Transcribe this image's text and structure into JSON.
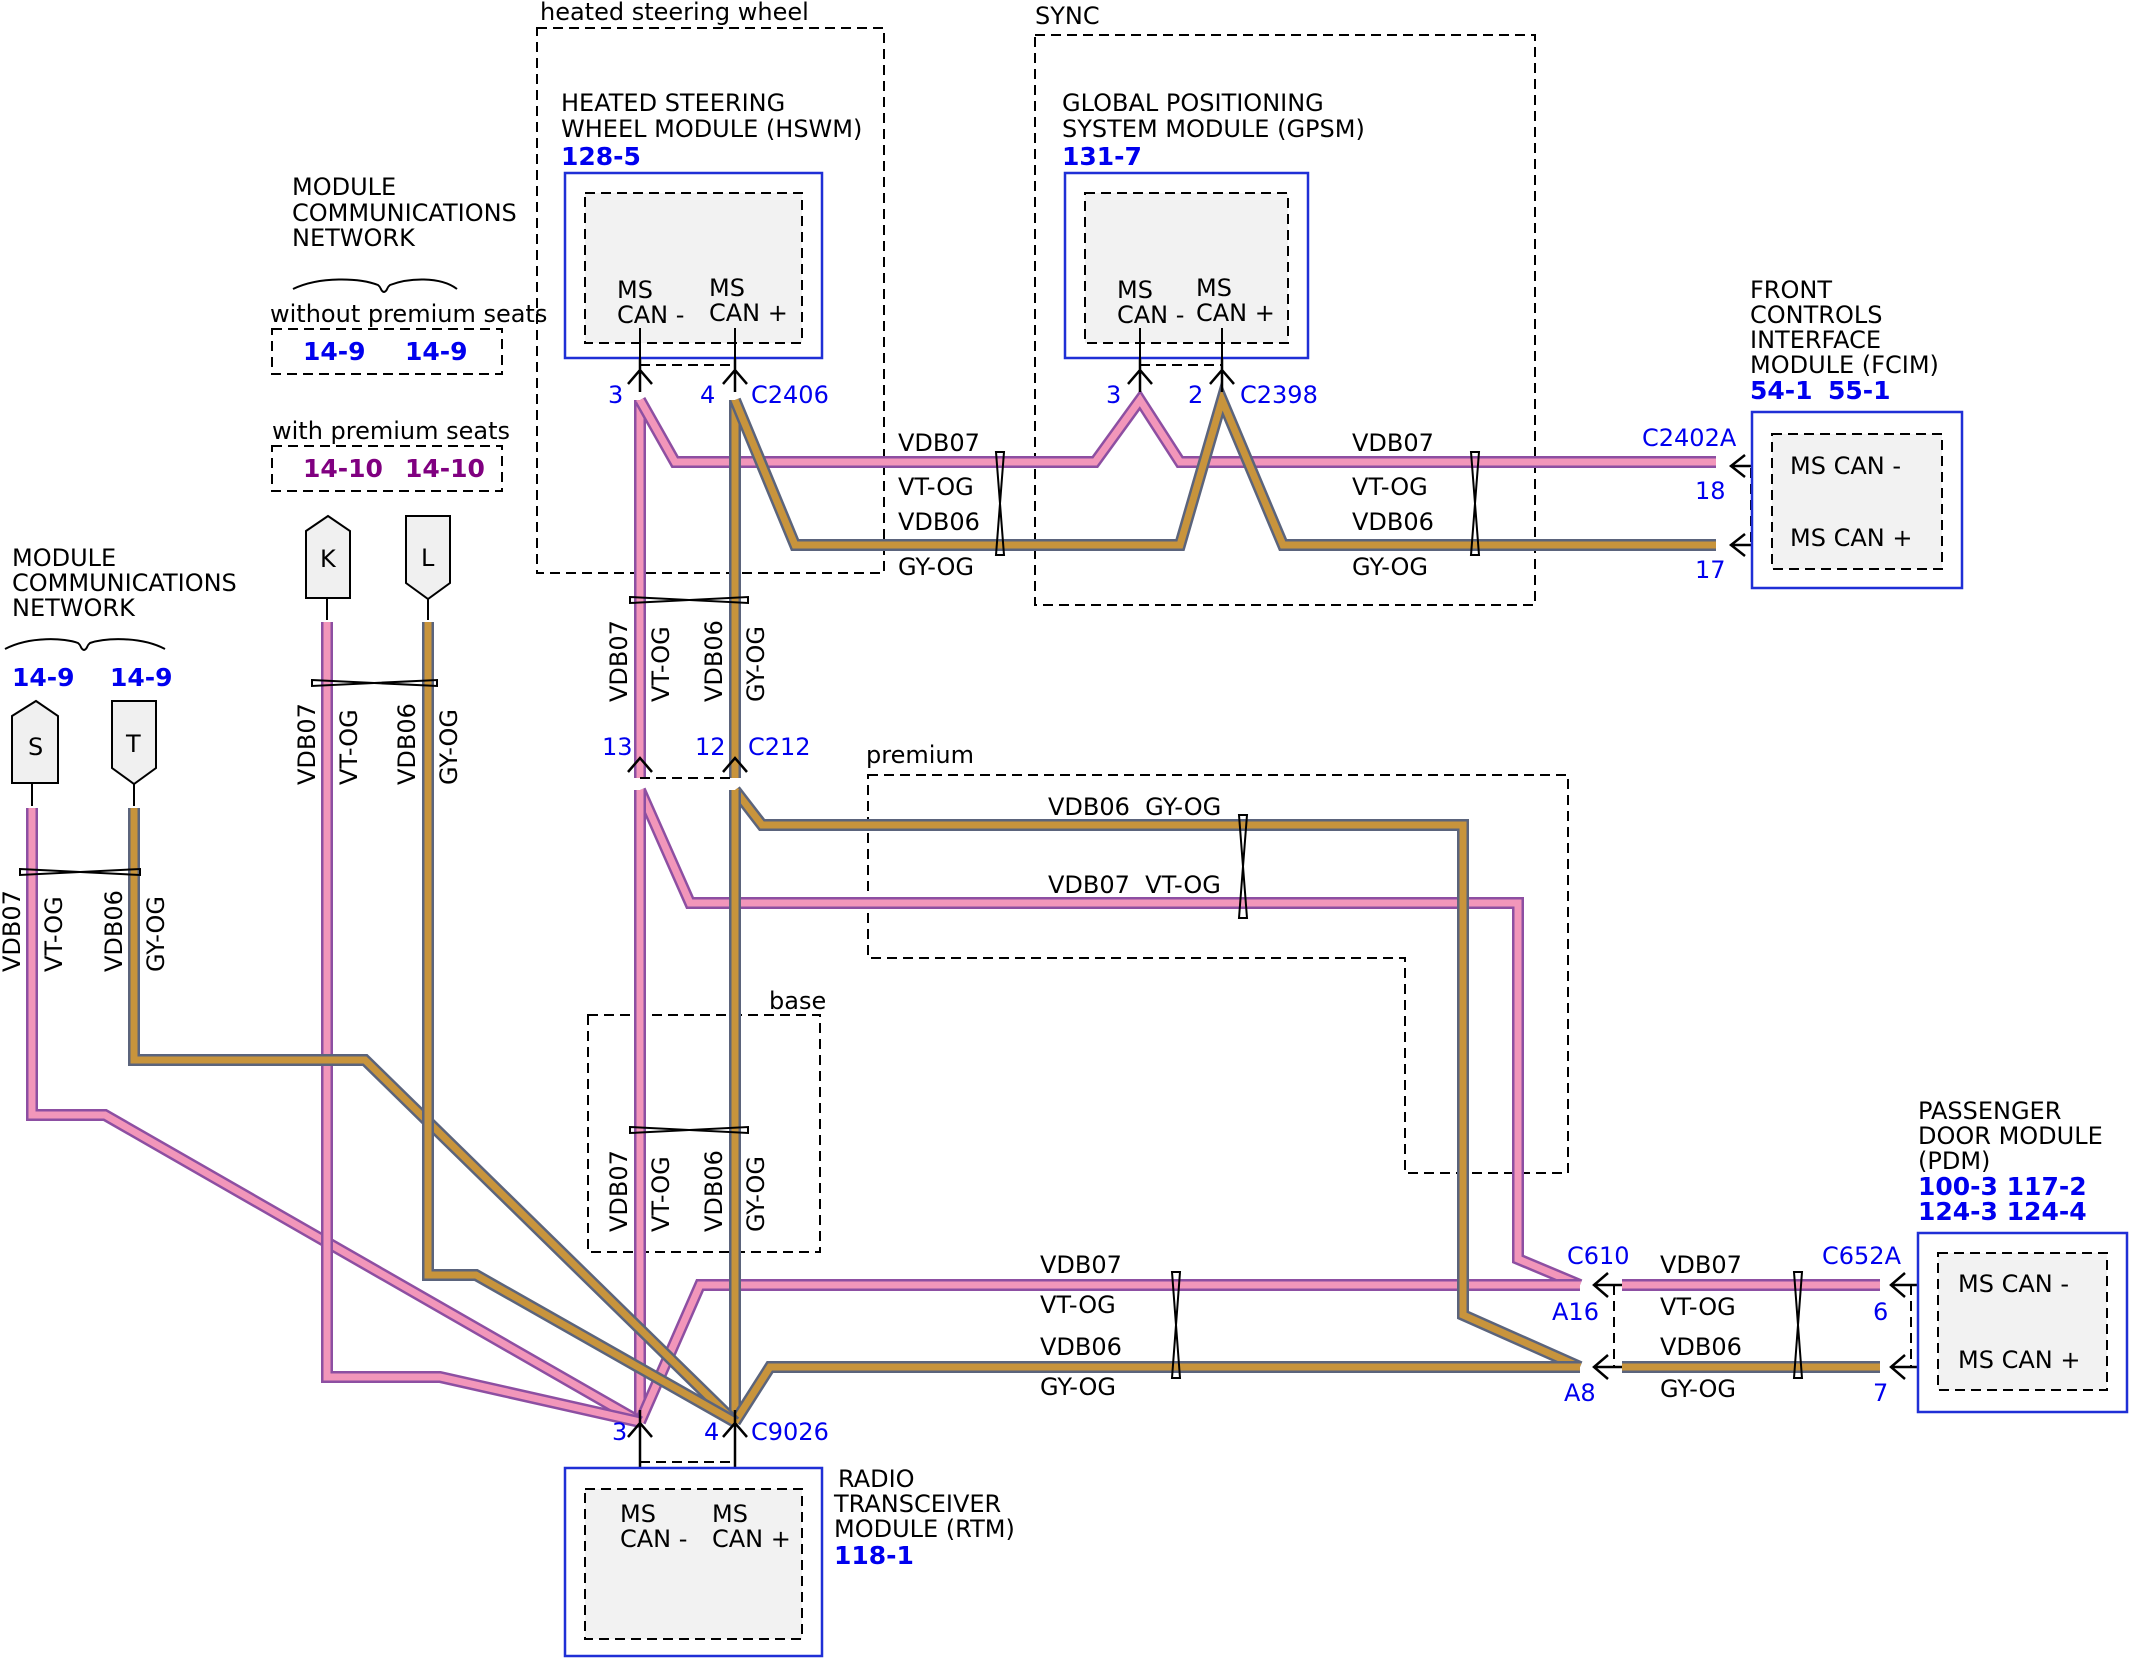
{
  "colors": {
    "vdb07_wire": "#f296ba",
    "vdb06_wire": "#c8943c",
    "wire_trim_pink": "#8d4fa2",
    "wire_trim_gray": "#5b647c",
    "module_border": "#1f2fd6",
    "ref_blue": "#0000ee",
    "ref_purple": "#800080"
  },
  "labels": {
    "heated_steering_wheel_option": "heated steering wheel",
    "sync_option": "SYNC",
    "premium_option": "premium",
    "base_option": "base",
    "without_premium_seats": "without premium seats",
    "with_premium_seats": "with premium seats"
  },
  "network_top": {
    "title_lines": [
      "MODULE",
      "COMMUNICATIONS",
      "NETWORK"
    ],
    "without_refs": [
      "14-9",
      "14-9"
    ],
    "with_refs": [
      "14-10",
      "14-10"
    ]
  },
  "network_left": {
    "title_lines": [
      "MODULE",
      "COMMUNICATIONS",
      "NETWORK"
    ],
    "refs": [
      "14-9",
      "14-9"
    ]
  },
  "offpage_connectors": [
    "S",
    "T",
    "K",
    "L"
  ],
  "modules": {
    "hswm": {
      "name_lines": [
        "HEATED STEERING",
        "WHEEL MODULE (HSWM)"
      ],
      "refs": [
        "128-5"
      ],
      "pin_left": [
        "MS",
        "CAN -"
      ],
      "pin_right": [
        "MS",
        "CAN +"
      ]
    },
    "gpsm": {
      "name_lines": [
        "GLOBAL POSITIONING",
        "SYSTEM MODULE (GPSM)"
      ],
      "refs": [
        "131-7"
      ],
      "pin_left": [
        "MS",
        "CAN -"
      ],
      "pin_right": [
        "MS",
        "CAN +"
      ]
    },
    "fcim": {
      "name_lines": [
        "FRONT",
        "CONTROLS",
        "INTERFACE",
        "MODULE (FCIM)"
      ],
      "refs": [
        "54-1",
        "55-1"
      ],
      "pin_top": "MS CAN -",
      "pin_bottom": "MS CAN +"
    },
    "rtm": {
      "name_lines": [
        "RADIO",
        "TRANSCEIVER",
        "MODULE (RTM)"
      ],
      "refs": [
        "118-1"
      ],
      "pin_left": [
        "MS",
        "CAN -"
      ],
      "pin_right": [
        "MS",
        "CAN +"
      ]
    },
    "pdm": {
      "name_lines": [
        "PASSENGER",
        "DOOR MODULE",
        "(PDM)"
      ],
      "refs": [
        "100-3 117-2",
        "124-3 124-4"
      ],
      "pin_top": "MS CAN -",
      "pin_bottom": "MS CAN +"
    }
  },
  "connectors": {
    "c2406": {
      "id": "C2406",
      "pins": [
        "3",
        "4"
      ]
    },
    "c2398": {
      "id": "C2398",
      "pins": [
        "3",
        "2"
      ]
    },
    "c2402a": {
      "id": "C2402A",
      "pins": [
        "18",
        "17"
      ]
    },
    "c212": {
      "id": "C212",
      "pins": [
        "13",
        "12"
      ]
    },
    "c9026": {
      "id": "C9026",
      "pins": [
        "3",
        "4"
      ]
    },
    "c610": {
      "id": "C610",
      "pins": [
        "A16",
        "A8"
      ]
    },
    "c652a": {
      "id": "C652A",
      "pins": [
        "6",
        "7"
      ]
    }
  },
  "wire_labels": {
    "vdb07": "VDB07",
    "vtog": "VT-OG",
    "vdb06": "VDB06",
    "gyog": "GY-OG",
    "vdb06_gyog": "VDB06  GY-OG",
    "vdb07_vtog": "VDB07  VT-OG"
  }
}
